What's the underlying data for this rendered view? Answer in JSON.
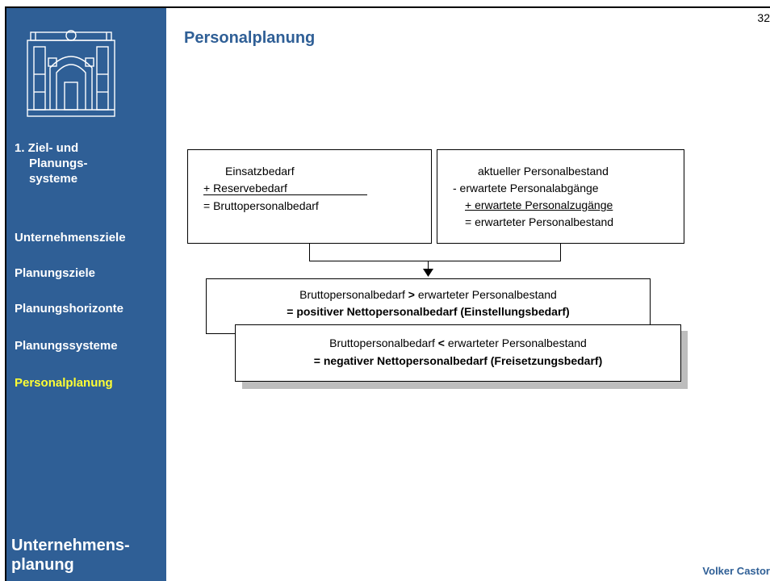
{
  "page_number": "32",
  "page_title": "Personalplanung",
  "author": "Volker Castor",
  "sidebar": {
    "section": {
      "line1": "1. Ziel- und",
      "line2": "Planungs-",
      "line3": "systeme"
    },
    "items": [
      {
        "label": "Unternehmensziele",
        "active": false
      },
      {
        "label": "Planungsziele",
        "active": false
      },
      {
        "label": "Planungshorizonte",
        "active": false
      },
      {
        "label": "Planungssysteme",
        "active": false
      },
      {
        "label": "Personalplanung",
        "active": true
      }
    ],
    "footer": {
      "line1": "Unternehmens-",
      "line2": "planung"
    }
  },
  "diagram": {
    "left_box": {
      "line1": "Einsatzbedarf",
      "line2": "+ Reservebedarf",
      "line3": "= Bruttopersonalbedarf"
    },
    "right_box": {
      "line1": "aktueller Personalbestand",
      "line2": "-  erwartete Personalabgänge",
      "line3": "+ erwartete Personalzugänge",
      "line4": "= erwarteter Personalbestand"
    },
    "positive_box": {
      "line1_a": "Bruttopersonalbedarf",
      "line1_op": ">",
      "line1_b": "erwarteter Personalbestand",
      "line2": "= positiver Nettopersonalbedarf (Einstellungsbedarf)"
    },
    "negative_box": {
      "line1_a": "Bruttopersonalbedarf",
      "line1_op": "<",
      "line1_b": "erwarteter Personalbestand",
      "line2": "= negativer Nettopersonalbedarf (Freisetzungsbedarf)"
    }
  },
  "colors": {
    "sidebar_bg": "#2f5f96",
    "title_color": "#2f5f96",
    "active_nav": "#ffff33",
    "shadow": "#bdbdbd"
  }
}
